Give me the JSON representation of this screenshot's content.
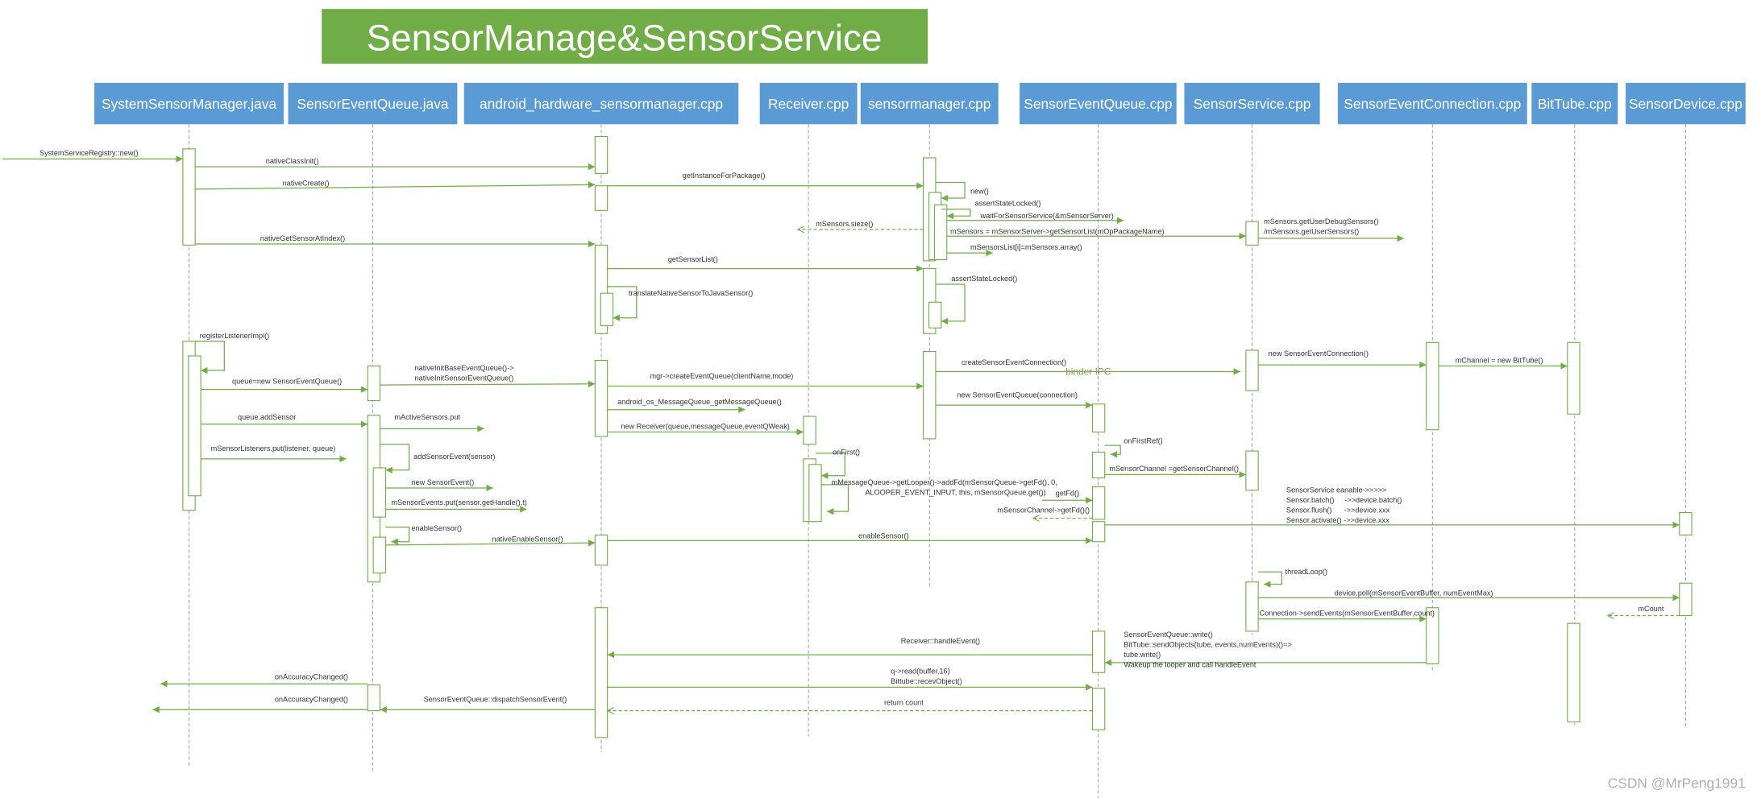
{
  "title": "SensorManage&SensorService",
  "participants": [
    "SystemSensorManager.java",
    "SensorEventQueue.java",
    "android_hardware_sensormanager.cpp",
    "Receiver.cpp",
    "sensormanager.cpp",
    "SensorEventQueue.cpp",
    "SensorService.cpp",
    "SensorEventConnection.cpp",
    "BitTube.cpp",
    "SensorDevice.cpp"
  ],
  "messages": [
    {
      "lines": [
        "SystemServiceRegistry::new()"
      ]
    },
    {
      "lines": [
        "nativeClassInit()"
      ]
    },
    {
      "lines": [
        "nativeCreate()"
      ]
    },
    {
      "lines": [
        "nativeGetSensorAtIndex()"
      ]
    },
    {
      "lines": [
        "getInstanceForPackage()"
      ]
    },
    {
      "lines": [
        "new()"
      ]
    },
    {
      "lines": [
        "assertStateLocked()"
      ]
    },
    {
      "lines": [
        "waitForSensorService(&mSensorServer)"
      ]
    },
    {
      "lines": [
        "mSensors.sieze()"
      ],
      "dashed": true
    },
    {
      "lines": [
        "mSensors = mSensorServer->getSensorList(mOpPackageName)"
      ]
    },
    {
      "lines": [
        "mSensors.getUserDebugSensors()",
        "/mSensors.getUserSensors()"
      ]
    },
    {
      "lines": [
        "mSensorsList[i]=mSensors.array()"
      ]
    },
    {
      "lines": [
        "getSensorList()"
      ]
    },
    {
      "lines": [
        "assertStateLocked()"
      ]
    },
    {
      "lines": [
        "translateNativeSensorToJavaSensor()"
      ]
    },
    {
      "lines": [
        "registerListenerImpl()"
      ]
    },
    {
      "lines": [
        "queue=new SensorEventQueue()"
      ]
    },
    {
      "lines": [
        "nativeInitBaseEventQueue()->",
        "nativeInitSensorEventQueue()"
      ]
    },
    {
      "lines": [
        "mgr->createEventQueue(clientName,mode)"
      ]
    },
    {
      "lines": [
        "createSensorEventConnection()"
      ]
    },
    {
      "lines": [
        "new SensorEventConnection()"
      ]
    },
    {
      "lines": [
        "mChannel = new BitTube()"
      ]
    },
    {
      "lines": [
        "android_os_MessageQueue_getMessageQueue()"
      ]
    },
    {
      "lines": [
        "new SensorEventQueue(connection)"
      ]
    },
    {
      "lines": [
        "queue.addSensor"
      ]
    },
    {
      "lines": [
        "mActiveSensors.put"
      ]
    },
    {
      "lines": [
        "new Receiver(queue,messageQueue,eventQWeak)"
      ]
    },
    {
      "lines": [
        "mSensorListeners.put(listener, queue)"
      ]
    },
    {
      "lines": [
        "addSensorEvent(sensor)"
      ]
    },
    {
      "lines": [
        "onFirstRef()"
      ]
    },
    {
      "lines": [
        "mSensorChannel =getSensorChannel()"
      ]
    },
    {
      "lines": [
        "onFirst()"
      ]
    },
    {
      "lines": [
        "mMessageQueue->getLooper()->addFd(mSensorQueue->getFd(), 0,",
        "ALOOPER_EVENT_INPUT, this, mSensorQueue.get())"
      ]
    },
    {
      "lines": [
        "new SensorEvent()"
      ]
    },
    {
      "lines": [
        "getFd()"
      ]
    },
    {
      "lines": [
        "mSensorEvents.put(sensor.getHandle(),t)"
      ]
    },
    {
      "lines": [
        "mSensorChannel->getFd()()"
      ],
      "dashed": true
    },
    {
      "lines": [
        "enableSensor()"
      ]
    },
    {
      "lines": [
        "nativeEnableSensor()"
      ]
    },
    {
      "lines": [
        "enableSensor()"
      ]
    },
    {
      "lines": [
        "SensorService eanable->>>>>",
        "Sensor.batch()     ->>device.batch()",
        "Sensor.flush()      ->>device.xxx",
        "Sensor.activate() ->>device.xxx"
      ]
    },
    {
      "lines": [
        "threadLoop()"
      ]
    },
    {
      "lines": [
        "device.poll(mSensorEventBuffer, numEventMax)"
      ]
    },
    {
      "lines": [
        "mCount"
      ],
      "dashed": true
    },
    {
      "lines": [
        "Connection->sendEvents(mSensorEventBuffer,count)"
      ]
    },
    {
      "lines": [
        "SensorEventQueue::write()",
        "BitTube::sendObjects(tube, events,numEvents)()=>",
        "tube.write()",
        "Wakeup the looper and call handleEvent"
      ]
    },
    {
      "lines": [
        "Receiver::handleEvent()"
      ]
    },
    {
      "lines": [
        "q->read(buffer,16)",
        "Bittube::recevObject()"
      ]
    },
    {
      "lines": [
        "return count"
      ],
      "dashed": true
    },
    {
      "lines": [
        "onAccuracyChanged()"
      ]
    },
    {
      "lines": [
        "SensorEventQueue::dispatchSensorEvent()"
      ]
    },
    {
      "lines": [
        "onAccuracyChanged()"
      ]
    }
  ],
  "binder_note": "binder IPC",
  "watermark": "CSDN @MrPeng1991",
  "colors": {
    "title_fill": "#70AD47",
    "header_fill": "#5B9BD5",
    "arrow": "#70AD47",
    "lifeline": "#9E9E9E",
    "binder_note": "#8A9F5A"
  }
}
